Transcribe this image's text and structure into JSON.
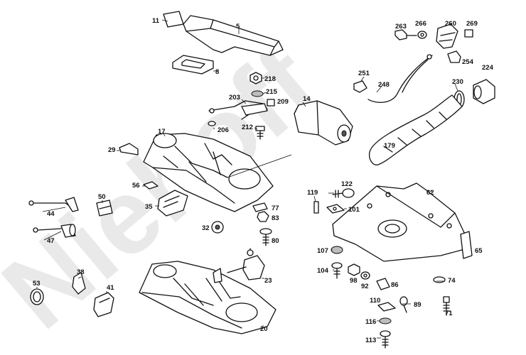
{
  "watermark": "Niehoff",
  "labels": {
    "p5": "5",
    "p11": "11",
    "p8": "8",
    "p218": "218",
    "p215": "215",
    "p209": "209",
    "p203": "203",
    "p212": "212",
    "p206": "206",
    "p14": "14",
    "p17": "17",
    "p29": "29",
    "p251": "251",
    "p248": "248",
    "p263": "263",
    "p266": "266",
    "p260": "260",
    "p269": "269",
    "p254": "254",
    "p230": "230",
    "p224": "224",
    "p179": "179",
    "p56": "56",
    "p35": "35",
    "p50": "50",
    "p44": "44",
    "p47": "47",
    "p77": "77",
    "p83": "83",
    "p32": "32",
    "p80": "80",
    "p119": "119",
    "p122": "122",
    "p101": "101",
    "p62": "62",
    "p65": "65",
    "p107": "107",
    "p104": "104",
    "p98": "98",
    "p92": "92",
    "p86": "86",
    "p74": "74",
    "p110": "110",
    "p89": "89",
    "p71": "71",
    "p116": "116",
    "p113": "113",
    "p38": "38",
    "p41": "41",
    "p53": "53",
    "p23": "23",
    "p20": "20"
  }
}
